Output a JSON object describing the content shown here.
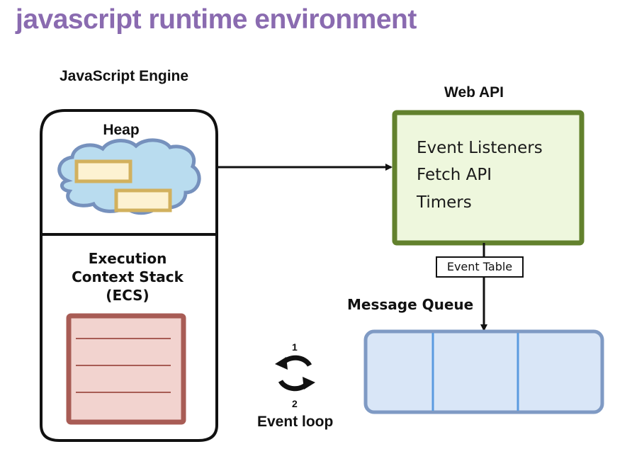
{
  "title": "javascript runtime environment",
  "colors": {
    "title": "#8a6bb0",
    "heap_cloud_fill": "#b9dcef",
    "heap_cloud_stroke": "#7691bd",
    "heap_object_fill": "#fdf2d2",
    "heap_object_stroke": "#d2b15e",
    "ecs_fill": "#f2d3cf",
    "ecs_stroke": "#a85c55",
    "webapi_fill": "#eef7dd",
    "webapi_stroke": "#62812d",
    "queue_fill": "#d9e6f7",
    "queue_stroke": "#7f9ac4",
    "queue_divider": "#5b9be0"
  },
  "engine": {
    "title": "JavaScript Engine",
    "heap_label": "Heap",
    "ecs_label_lines": [
      "Execution",
      "Context Stack",
      "(ECS)"
    ]
  },
  "web_api": {
    "title": "Web API",
    "items": [
      "Event Listeners",
      "Fetch API",
      "Timers"
    ]
  },
  "event_table": "Event Table",
  "message_queue": {
    "label": "Message Queue",
    "slots": 3
  },
  "event_loop": {
    "label": "Event loop",
    "step_top": "1",
    "step_bottom": "2"
  }
}
